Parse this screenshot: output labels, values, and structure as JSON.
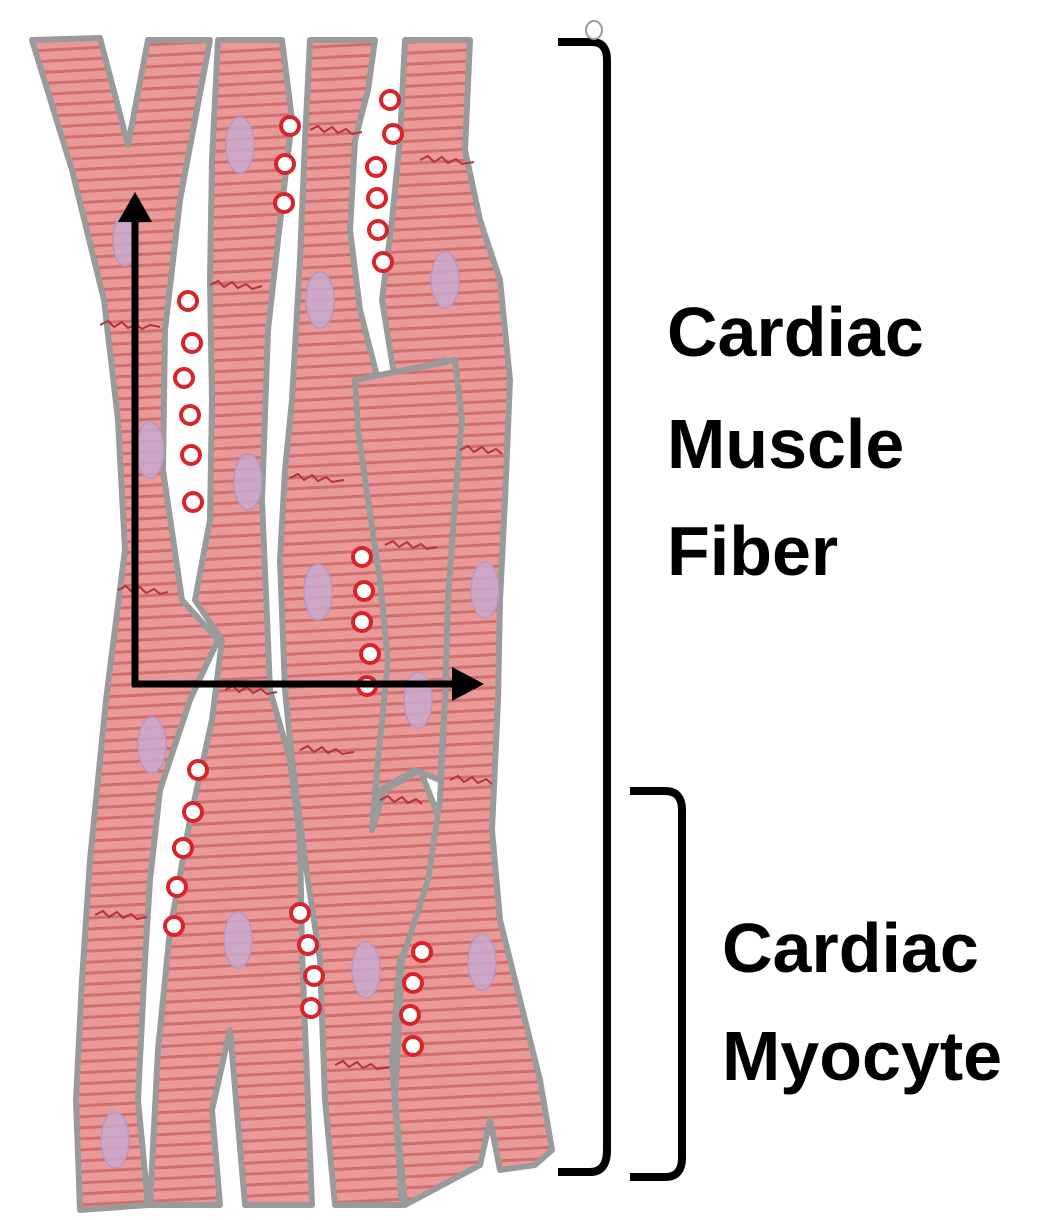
{
  "labels": {
    "fiber": [
      "Cardiac",
      "Muscle",
      "Fiber"
    ],
    "myocyte": [
      "Cardiac",
      "Myocyte"
    ]
  },
  "colors": {
    "cell_fill": "#e99a98",
    "cell_stripe": "#cf6f6e",
    "cell_outline": "#9a9a9a",
    "nucleus": "#c9a9cf",
    "rbc_ring": "#d8242a",
    "bracket": "#000000",
    "arrow": "#000000",
    "disc": "#b8323a"
  },
  "icons": {
    "arrow_up": "up-arrow-icon",
    "arrow_right": "right-arrow-icon",
    "fiber_bracket": "large-bracket-icon",
    "myocyte_bracket": "small-bracket-icon"
  }
}
